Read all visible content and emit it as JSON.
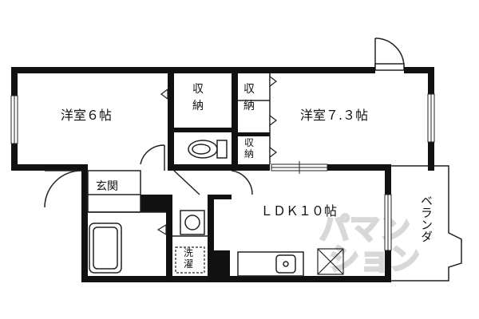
{
  "floorplan": {
    "rooms": {
      "western_room_a": "洋室６帖",
      "western_room_b": "洋室７.３帖",
      "closet_a": "収納",
      "closet_b": "収納",
      "closet_c": "収納",
      "entrance": "玄関",
      "ldk": "ＬＤＫ１０帖",
      "balcony": "ベランダ",
      "washer": "洗濯"
    },
    "watermark": "パマンション"
  }
}
